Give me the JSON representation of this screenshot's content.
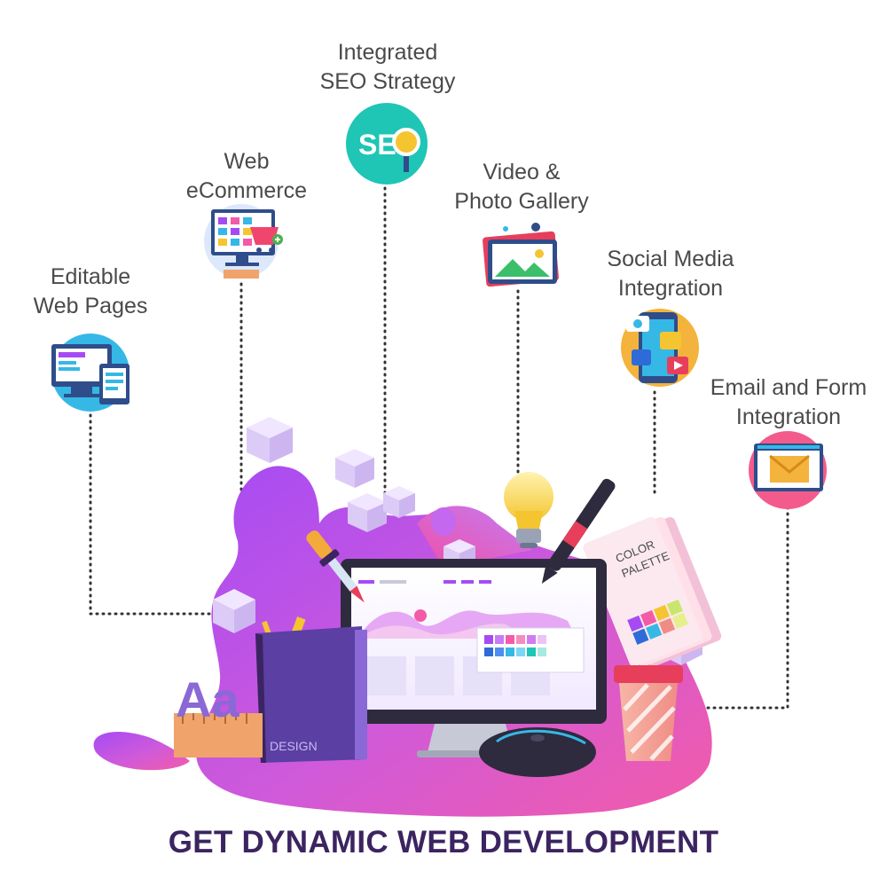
{
  "features": [
    {
      "id": "editable",
      "label": "Editable\nWeb Pages",
      "icon": "webpages-icon"
    },
    {
      "id": "ecommerce",
      "label": "Web\neCommerce",
      "icon": "shopping-cart-icon"
    },
    {
      "id": "seo",
      "label": "Integrated\nSEO Strategy",
      "icon": "seo-icon"
    },
    {
      "id": "video",
      "label": "Video &\nPhoto Gallery",
      "icon": "photo-gallery-icon"
    },
    {
      "id": "social",
      "label": "Social Media\nIntegration",
      "icon": "social-media-icon"
    },
    {
      "id": "email",
      "label": "Email and Form\nIntegration",
      "icon": "email-icon"
    }
  ],
  "illustration": {
    "seo_text": "SEO",
    "palette_text": "COLOR\nPALETTE",
    "book_text": "DESIGN",
    "letters": "Aa"
  },
  "headline": "GET DYNAMIC WEB DEVELOPMENT",
  "colors": {
    "headline": "#3b2461",
    "blob_purple": "#a64bf4",
    "blob_pink": "#f35ba8",
    "label": "#4a4a4a",
    "dotted_line": "#333333"
  }
}
